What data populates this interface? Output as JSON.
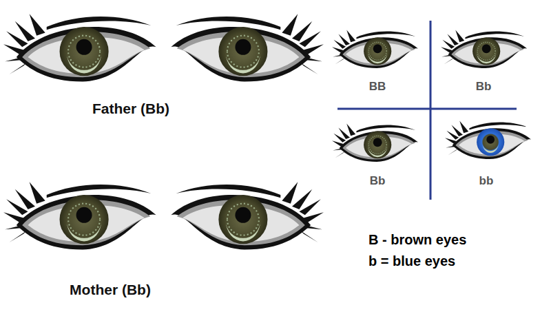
{
  "diagram": {
    "labels": [
      "Father (Bb)",
      "Mother (Bb)",
      "BB",
      "Bb",
      "Bb",
      "bb",
      "B - brown eyes",
      "b = blue eyes"
    ]
  }
}
